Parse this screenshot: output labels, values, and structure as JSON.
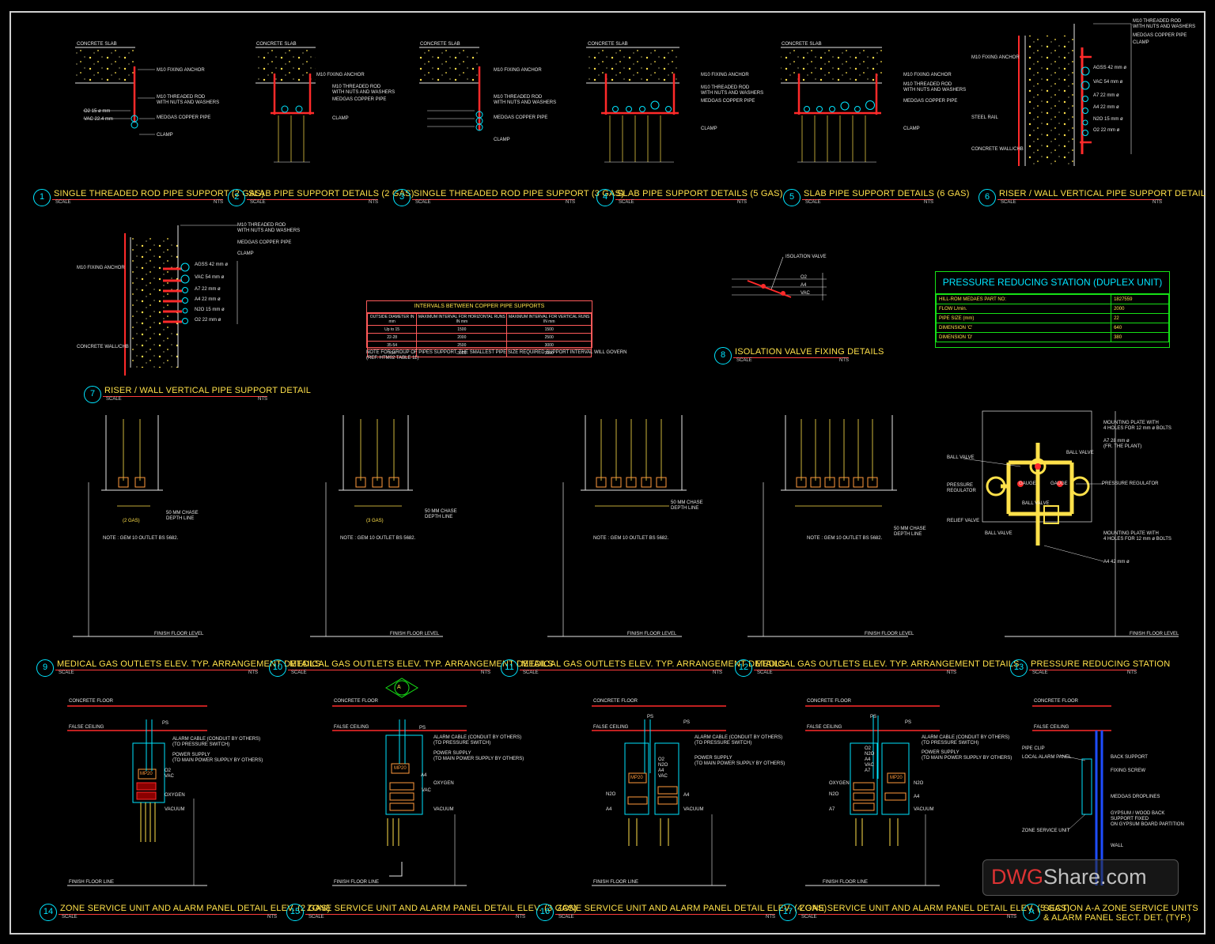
{
  "watermark": {
    "brand_a": "DWG",
    "brand_b": "Share",
    "brand_c": ".com"
  },
  "captions": [
    {
      "num": "1",
      "title": "SINGLE THREADED ROD PIPE SUPPORT (2 GAS)",
      "scale": "SCALE",
      "nts": "NTS"
    },
    {
      "num": "2",
      "title": "SLAB PIPE SUPPORT DETAILS (2 GAS)",
      "scale": "SCALE",
      "nts": "NTS"
    },
    {
      "num": "3",
      "title": "SINGLE THREADED ROD PIPE SUPPORT (3 GAS)",
      "scale": "SCALE",
      "nts": "NTS"
    },
    {
      "num": "4",
      "title": "SLAB PIPE SUPPORT DETAILS (5 GAS)",
      "scale": "SCALE",
      "nts": "NTS"
    },
    {
      "num": "5",
      "title": "SLAB PIPE SUPPORT DETAILS (6 GAS)",
      "scale": "SCALE",
      "nts": "NTS"
    },
    {
      "num": "6",
      "title": "RISER / WALL VERTICAL PIPE SUPPORT DETAIL",
      "scale": "SCALE",
      "nts": "NTS"
    },
    {
      "num": "7",
      "title": "RISER / WALL VERTICAL PIPE SUPPORT DETAIL",
      "scale": "SCALE",
      "nts": "NTS"
    },
    {
      "num": "8",
      "title": "ISOLATION VALVE FIXING DETAILS",
      "scale": "SCALE",
      "nts": "NTS"
    },
    {
      "num": "9",
      "title": "MEDICAL GAS OUTLETS ELEV. TYP. ARRANGEMENT DETAILS",
      "scale": "SCALE",
      "nts": "NTS"
    },
    {
      "num": "10",
      "title": "MEDICAL GAS OUTLETS ELEV. TYP. ARRANGEMENT DETAILS",
      "scale": "SCALE",
      "nts": "NTS"
    },
    {
      "num": "11",
      "title": "MEDICAL GAS OUTLETS ELEV. TYP. ARRANGEMENT DETAILS",
      "scale": "SCALE",
      "nts": "NTS"
    },
    {
      "num": "12",
      "title": "MEDICAL GAS OUTLETS ELEV. TYP. ARRANGEMENT DETAILS",
      "scale": "SCALE",
      "nts": "NTS"
    },
    {
      "num": "13",
      "title": "PRESSURE REDUCING STATION",
      "scale": "SCALE",
      "nts": "NTS"
    },
    {
      "num": "14",
      "title": "ZONE SERVICE UNIT AND ALARM PANEL DETAIL ELEV. (2 GAS)",
      "scale": "SCALE",
      "nts": "NTS"
    },
    {
      "num": "15",
      "title": "ZONE SERVICE UNIT AND ALARM PANEL DETAIL ELEV. (3 GAS)",
      "scale": "SCALE",
      "nts": "NTS"
    },
    {
      "num": "16",
      "title": "ZONE SERVICE UNIT AND ALARM PANEL DETAIL ELEV. (4 GAS)",
      "scale": "SCALE",
      "nts": "NTS"
    },
    {
      "num": "17",
      "title": "ZONE SERVICE UNIT AND ALARM PANEL DETAIL ELEV. (5 GAS)",
      "scale": "SCALE",
      "nts": "NTS"
    },
    {
      "num": "A",
      "title": "SECTION A-A ZONE SERVICE UNITS",
      "title2": "& ALARM PANEL SECT. DET. (TYP.)",
      "scale": "SCALE",
      "nts": "NTS"
    }
  ],
  "labels": {
    "concrete_slab": "CONCRETE SLAB",
    "m10_fixing_anchor": "M10 FIXING ANCHOR",
    "m10_threaded_rod": "M10 THREADED ROD",
    "with_nuts": "WITH NUTS AND WASHERS",
    "medgas_copper_pipe": "MEDGAS COPPER PIPE",
    "clamp": "CLAMP",
    "steel_rail": "STEEL RAIL",
    "concrete_wall": "CONCRETE WALL/CHB",
    "o2_15": "O2 15 ø mm",
    "vac_22": "VAC 22.4 mm",
    "isolation_valve": "ISOLATION VALVE",
    "chase_depth": "50 MM CHASE",
    "chase_depth2": "DEPTH LINE",
    "note_outlet": "NOTE :  GEM 10 OUTLET BS 5682.",
    "finish_floor_level": "FINISH FLOOR LEVEL",
    "finish_floor_line": "FINISH FLOOR LINE",
    "concrete_floor": "CONCRETE FLOOR",
    "false_ceiling": "FALSE CEILING",
    "ps": "PS",
    "alarm_cable": "ALARM CABLE (CONDUIT BY OTHERS)",
    "alarm_cable2": "(TO PRESSURE SWITCH)",
    "power_supply": "POWER SUPPLY",
    "power_supply2": "(TO MAIN POWER SUPPLY BY OTHERS)",
    "oxygen": "OXYGEN",
    "vacuum": "VACUUM",
    "mp20": "MP20",
    "o2": "O2",
    "vac": "VAC",
    "a4": "A4",
    "a7": "A7",
    "n2o": "N2O",
    "agss": "AGSS",
    "two_gas": "(2 GAS)",
    "three_gas": "(3 GAS)",
    "pipe_clip": "PIPE CLIP",
    "local_alarm_panel": "LOCAL ALARM PANEL",
    "back_support": "BACK SUPPORT",
    "fixing_screw": "FIXING SCREW",
    "medgas_droplines": "MEDGAS DROPLINES",
    "gypsum_back": "GYPSUM / WOOD BACK",
    "gypsum_back2": "SUPPORT FIXED",
    "gypsum_back3": "ON GYPSUM BOARD PARTITION",
    "zone_service_unit": "ZONE SERVICE UNIT",
    "wall": "WALL",
    "mounting_plate": "MOUNTING PLATE WITH",
    "mounting_plate2": "4 HOLES FOR 12 mm ø BOLTS",
    "a7_28": "A7 28 mm ø",
    "to_plant": "(FR. THE PLANT)",
    "ball_valve": "BALL VALVE",
    "gauge": "GAUGE",
    "pressure_regulator": "PRESSURE REGULATOR",
    "pressure": "PRESSURE",
    "regulator": "REGULATOR",
    "relief_valve": "RELIEF VALVE",
    "a4_42": "A4 42 mm ø",
    "section_mark": "A"
  },
  "riser_labels": [
    "AGSS 42 mm ø",
    "VAC 54 mm ø",
    "A7 22 mm ø",
    "A4 22 mm ø",
    "N2O 15 mm ø",
    "O2 22 mm ø"
  ],
  "prs": {
    "title": "PRESSURE REDUCING STATION (DUPLEX UNIT)",
    "rows": [
      {
        "k": "HILL-ROM MEDAES PART NO:",
        "v": "1827559"
      },
      {
        "k": "FLOW L/min.",
        "v": "2000"
      },
      {
        "k": "PIPE SIZE (mm)",
        "v": "22"
      },
      {
        "k": "DIMENSION 'C'",
        "v": "640"
      },
      {
        "k": "DIMENSION 'D'",
        "v": "380"
      }
    ]
  },
  "intervals": {
    "title": "INTERVALS BETWEEN COPPER PIPE SUPPORTS",
    "headers": [
      "OUTSIDE DIAMETER IN mm",
      "MAXIMUM INTERVAL FOR HORIZONTAL RUNS IN mm",
      "MAXIMUM INTERVAL FOR VERTICAL RUNS IN mm"
    ],
    "rows": [
      [
        "Up to 15",
        "1500",
        "1500"
      ],
      [
        "22-28",
        "2000",
        "2500"
      ],
      [
        "35-54",
        "2500",
        "3000"
      ],
      [
        ">54",
        "3000",
        "3000"
      ]
    ],
    "note": "NOTE FOR GROUP OF PIPES SUPPORT, THE SMALLEST PIPE SIZE REQUIRED SUPPORT INTERVAL WILL GOVERN",
    "note2": "(REF. HTM02 TABLE 11)"
  },
  "colors": {
    "cyan": "#00e5ff",
    "yellow": "#ffe14a",
    "red": "#ff2a2a",
    "green": "#16e016",
    "white": "#e6e6e6"
  }
}
